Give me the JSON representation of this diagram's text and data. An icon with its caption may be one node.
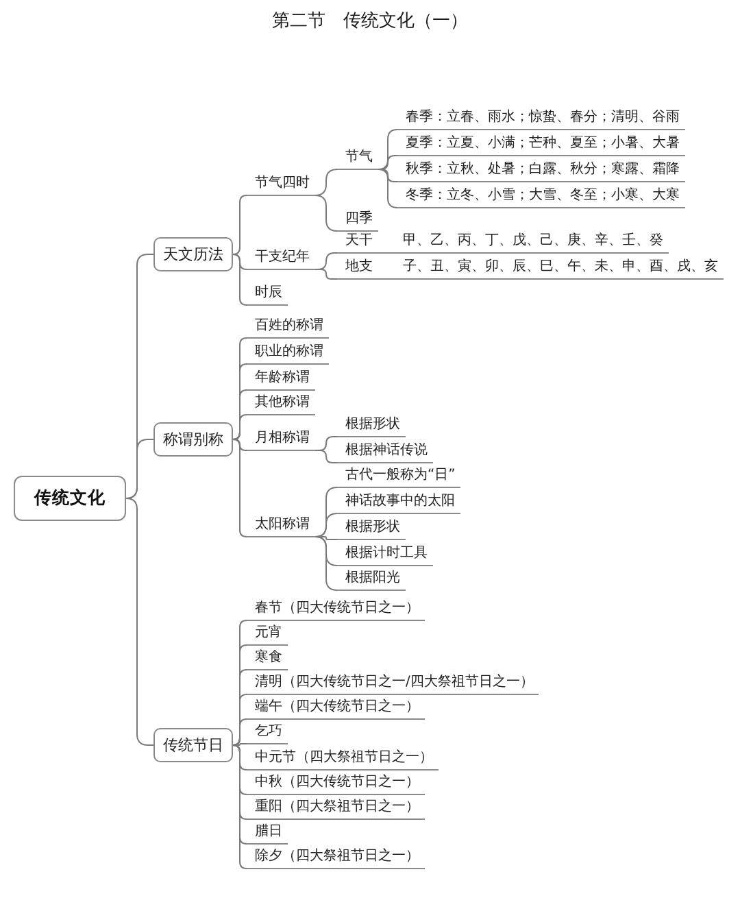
{
  "diagram": {
    "title": "第二节　传统文化（一）",
    "nodes": [
      {
        "text": [
          "传统文化"
        ]
      },
      {
        "text": [
          "天文历法"
        ]
      },
      {
        "text": [
          "节气四时"
        ]
      },
      {
        "text": [
          "节气"
        ]
      },
      {
        "text": [
          "春季：立春、雨水；惊蛰、春分；清明、谷雨"
        ]
      },
      {
        "text": [
          "夏季：立夏、小满；芒种、夏至；小暑、大暑"
        ]
      },
      {
        "text": [
          "秋季：立秋、处暑；白露、秋分；寒露、霜降"
        ]
      },
      {
        "text": [
          "冬季：立冬、小雪；大雪、冬至；小寒、大寒"
        ]
      },
      {
        "text": [
          "四季"
        ]
      },
      {
        "text": [
          "干支纪年"
        ]
      },
      {
        "text": [
          "天干",
          "甲、乙、丙、丁、戊、己、庚、辛、壬、癸"
        ]
      },
      {
        "text": [
          "地支",
          "子、丑、寅、卯、辰、巳、午、未、申、酉、戌、亥"
        ]
      },
      {
        "text": [
          "时辰"
        ]
      },
      {
        "text": [
          "称谓别称"
        ]
      },
      {
        "text": [
          "百姓的称谓"
        ]
      },
      {
        "text": [
          "职业的称谓"
        ]
      },
      {
        "text": [
          "年龄称谓"
        ]
      },
      {
        "text": [
          "其他称谓"
        ]
      },
      {
        "text": [
          "月相称谓"
        ]
      },
      {
        "text": [
          "根据形状"
        ]
      },
      {
        "text": [
          "根据神话传说"
        ]
      },
      {
        "text": [
          "太阳称谓"
        ]
      },
      {
        "text": [
          "古代一般称为“日”"
        ]
      },
      {
        "text": [
          "神话故事中的太阳"
        ]
      },
      {
        "text": [
          "根据形状"
        ]
      },
      {
        "text": [
          "根据计时工具"
        ]
      },
      {
        "text": [
          "根据阳光"
        ]
      },
      {
        "text": [
          "传统节日"
        ]
      },
      {
        "text": [
          "春节（四大传统节日之一）"
        ]
      },
      {
        "text": [
          "元宵"
        ]
      },
      {
        "text": [
          "寒食"
        ]
      },
      {
        "text": [
          "清明（四大传统节日之一/四大祭祖节日之一）"
        ]
      },
      {
        "text": [
          "端午（四大传统节日之一）"
        ]
      },
      {
        "text": [
          "乞巧"
        ]
      },
      {
        "text": [
          "中元节（四大祭祖节日之一）"
        ]
      },
      {
        "text": [
          "中秋（四大传统节日之一）"
        ]
      },
      {
        "text": [
          "重阳（四大祭祖节日之一）"
        ]
      },
      {
        "text": [
          "腊日"
        ]
      },
      {
        "text": [
          "除夕（四大祭祖节日之一）"
        ]
      }
    ],
    "edges": [
      {
        "from": 0,
        "to": 1,
        "arrow": "none"
      },
      {
        "from": 0,
        "to": 13,
        "arrow": "none"
      },
      {
        "from": 0,
        "to": 27,
        "arrow": "none"
      },
      {
        "from": 1,
        "to": 2,
        "arrow": "none"
      },
      {
        "from": 1,
        "to": 9,
        "arrow": "none"
      },
      {
        "from": 1,
        "to": 12,
        "arrow": "none"
      },
      {
        "from": 2,
        "to": 3,
        "arrow": "none"
      },
      {
        "from": 2,
        "to": 8,
        "arrow": "none"
      },
      {
        "from": 3,
        "to": 4,
        "arrow": "none"
      },
      {
        "from": 3,
        "to": 5,
        "arrow": "none"
      },
      {
        "from": 3,
        "to": 6,
        "arrow": "none"
      },
      {
        "from": 3,
        "to": 7,
        "arrow": "none"
      },
      {
        "from": 9,
        "to": 10,
        "arrow": "none"
      },
      {
        "from": 9,
        "to": 11,
        "arrow": "none"
      },
      {
        "from": 13,
        "to": 14,
        "arrow": "none"
      },
      {
        "from": 13,
        "to": 15,
        "arrow": "none"
      },
      {
        "from": 13,
        "to": 16,
        "arrow": "none"
      },
      {
        "from": 13,
        "to": 17,
        "arrow": "none"
      },
      {
        "from": 13,
        "to": 18,
        "arrow": "none"
      },
      {
        "from": 13,
        "to": 21,
        "arrow": "none"
      },
      {
        "from": 18,
        "to": 19,
        "arrow": "none"
      },
      {
        "from": 18,
        "to": 20,
        "arrow": "none"
      },
      {
        "from": 21,
        "to": 22,
        "arrow": "none"
      },
      {
        "from": 21,
        "to": 23,
        "arrow": "none"
      },
      {
        "from": 21,
        "to": 24,
        "arrow": "none"
      },
      {
        "from": 21,
        "to": 25,
        "arrow": "none"
      },
      {
        "from": 21,
        "to": 26,
        "arrow": "none"
      },
      {
        "from": 27,
        "to": 28,
        "arrow": "none"
      },
      {
        "from": 27,
        "to": 29,
        "arrow": "none"
      },
      {
        "from": 27,
        "to": 30,
        "arrow": "none"
      },
      {
        "from": 27,
        "to": 31,
        "arrow": "none"
      },
      {
        "from": 27,
        "to": 32,
        "arrow": "none"
      },
      {
        "from": 27,
        "to": 33,
        "arrow": "none"
      },
      {
        "from": 27,
        "to": 34,
        "arrow": "none"
      },
      {
        "from": 27,
        "to": 35,
        "arrow": "none"
      },
      {
        "from": 27,
        "to": 36,
        "arrow": "none"
      },
      {
        "from": 27,
        "to": 37,
        "arrow": "none"
      },
      {
        "from": 27,
        "to": 38,
        "arrow": "none"
      }
    ]
  }
}
